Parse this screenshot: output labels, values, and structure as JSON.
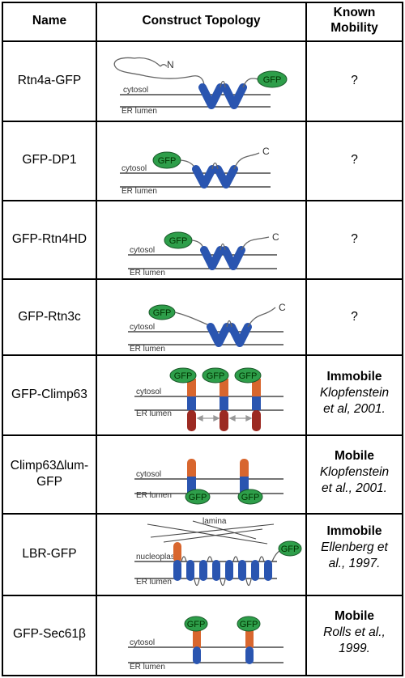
{
  "header": {
    "name": "Name",
    "topology": "Construct Topology",
    "mobility": "Known Mobility"
  },
  "labels": {
    "cytosol": "cytosol",
    "er_lumen": "ER lumen",
    "gfp": "GFP",
    "lamina": "lamina",
    "nucleoplasm": "nucleoplasm",
    "n_term": "N",
    "c_term": "C"
  },
  "rows": [
    {
      "name": "Rtn4a-GFP",
      "status": "",
      "ref": "?"
    },
    {
      "name": "GFP-DP1",
      "status": "",
      "ref": "?"
    },
    {
      "name": "GFP-Rtn4HD",
      "status": "",
      "ref": "?"
    },
    {
      "name": "GFP-Rtn3c",
      "status": "",
      "ref": "?"
    },
    {
      "name": "GFP-Climp63",
      "status": "Immobile",
      "ref": "Klopfenstein et al, 2001."
    },
    {
      "name": "Climp63∆lum-GFP",
      "status": "Mobile",
      "ref": "Klopfenstein et al., 2001."
    },
    {
      "name": "LBR-GFP",
      "status": "Immobile",
      "ref": "Ellenberg et al., 1997."
    },
    {
      "name": "GFP-Sec61β",
      "status": "Mobile",
      "ref": "Rolls et al., 1999."
    }
  ],
  "colors": {
    "gfp_fill": "#2e9e4a",
    "tm_blue": "#2a55b0",
    "tm_orange": "#d8662e",
    "tm_red": "#9c2a22"
  }
}
